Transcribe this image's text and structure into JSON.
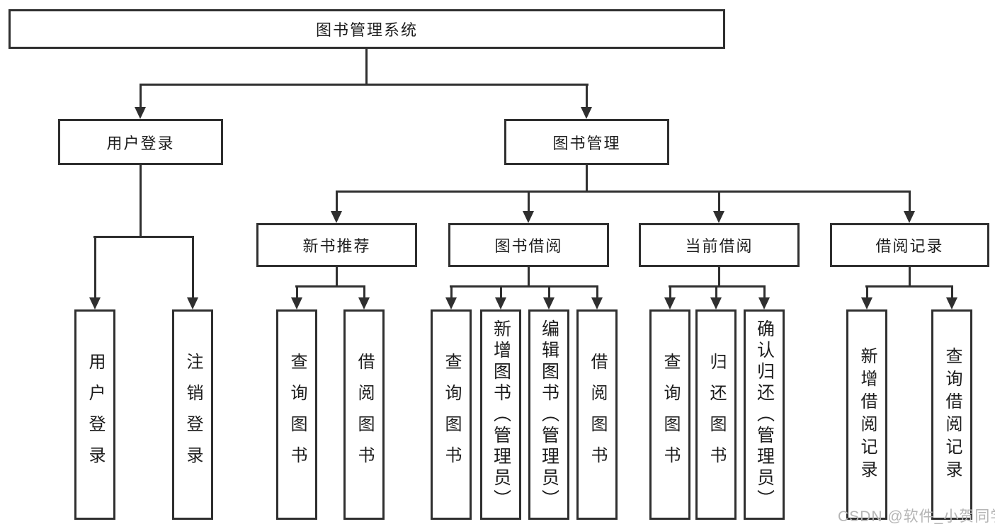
{
  "tree": {
    "root": "图书管理系统",
    "level2": [
      {
        "label": "用户登录",
        "children": [
          "用户登录",
          "注销登录"
        ]
      },
      {
        "label": "图书管理",
        "subgroups": [
          {
            "label": "新书推荐",
            "children": [
              "查询图书",
              "借阅图书"
            ]
          },
          {
            "label": "图书借阅",
            "children": [
              "查询图书",
              "新增图书（管理员）",
              "编辑图书（管理员）",
              "借阅图书"
            ]
          },
          {
            "label": "当前借阅",
            "children": [
              "查询图书",
              "归还图书",
              "确认归还（管理员）"
            ]
          },
          {
            "label": "借阅记录",
            "children": [
              "新增借阅记录",
              "查询借阅记录"
            ]
          }
        ]
      }
    ]
  },
  "watermark": "CSDN @软件_小贺同学",
  "colors": {
    "line": "#2f2f2f",
    "box_border": "#2f2f2f",
    "text": "#1d1d1d",
    "watermark": "#b5b5b5",
    "background": "#ffffff"
  }
}
